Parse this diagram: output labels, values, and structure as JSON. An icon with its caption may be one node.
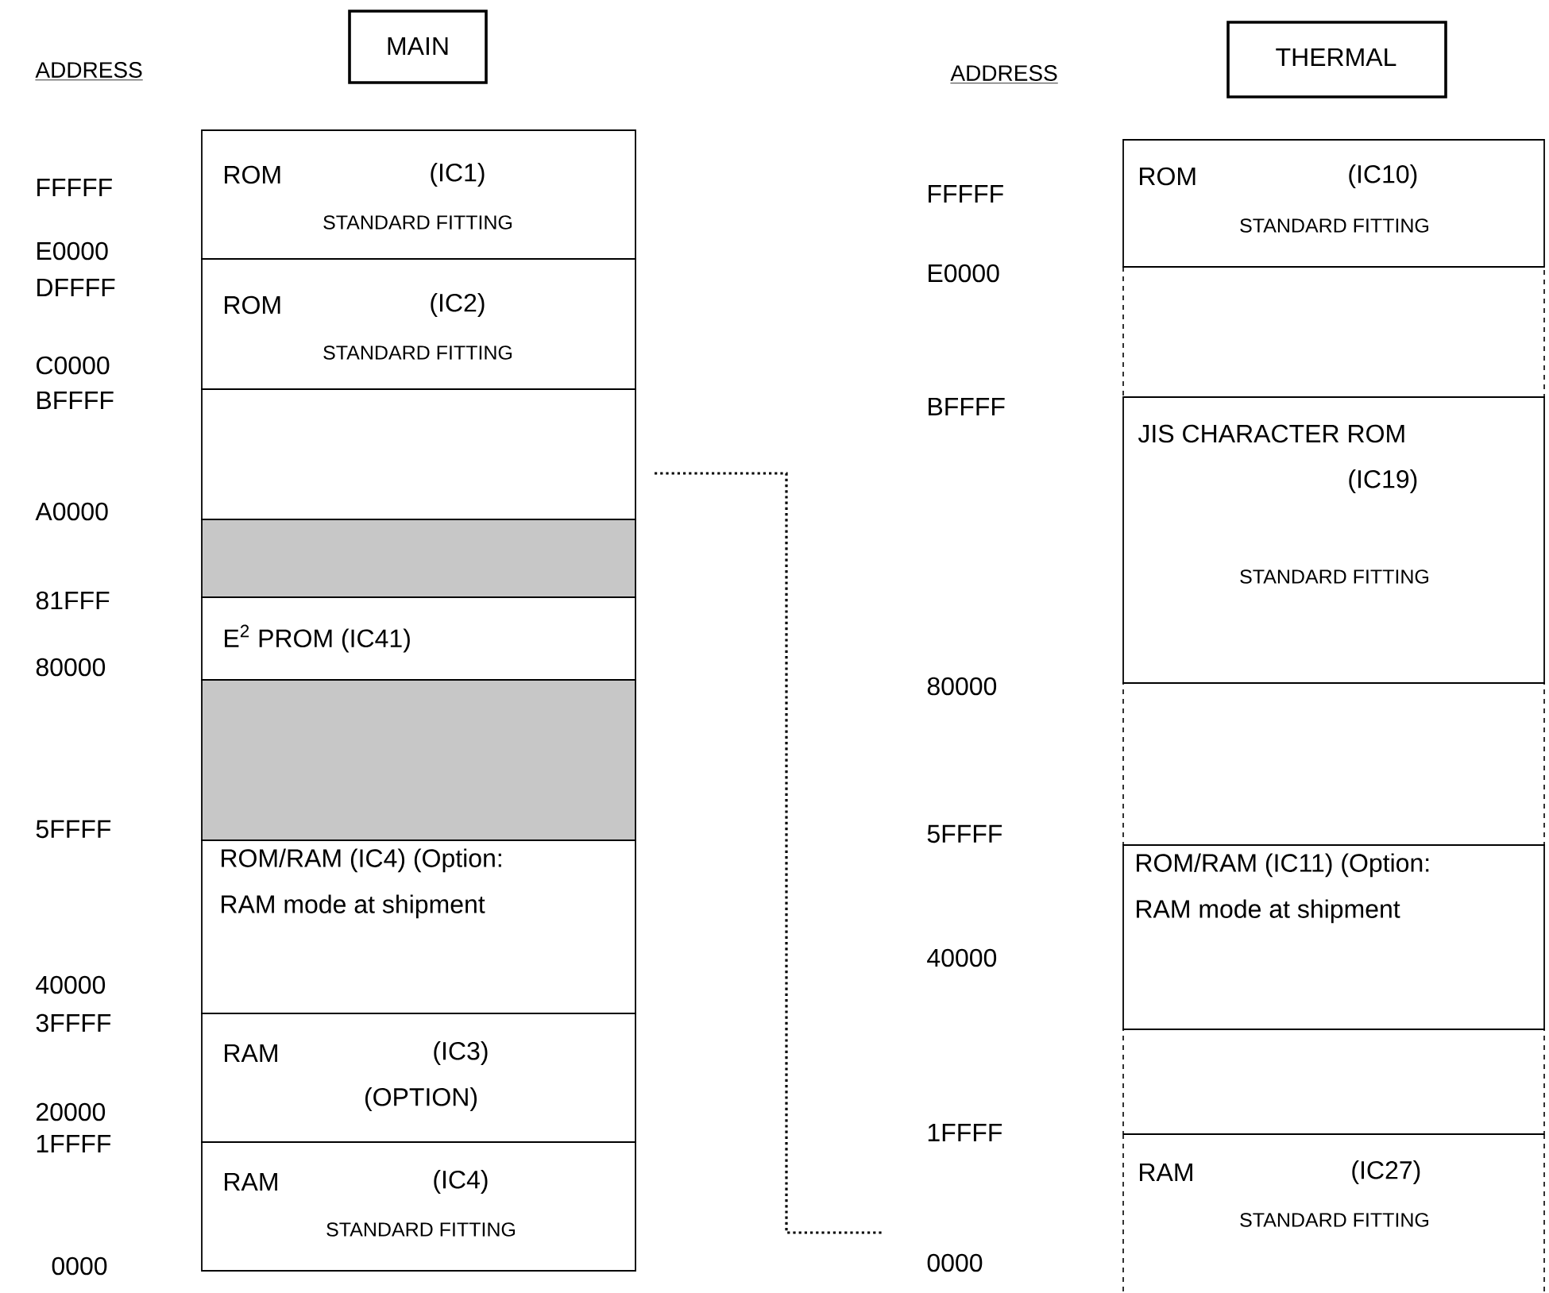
{
  "diagram": {
    "nodes": [
      {
        "text": [
          "MAIN"
        ]
      },
      {
        "text": [
          "ROM",
          "(IC1)",
          "STANDARD FITTING"
        ]
      },
      {
        "text": [
          "ROM",
          "(IC2)",
          "STANDARD FITTING"
        ]
      },
      {
        "text": [],
        "shape": "box"
      },
      {
        "text": [],
        "shape": "box"
      },
      {
        "text": [
          "E$^{2}$ PROM (IC41)"
        ]
      },
      {
        "text": [],
        "shape": "box"
      },
      {
        "text": [
          "ROM/RAM (IC4) (Option: RAM mode at shipment"
        ]
      },
      {
        "text": [
          "RAM",
          "(IC3)",
          "(OPTION)"
        ]
      },
      {
        "text": [
          "RAM",
          "(IC4)",
          "STANDARD FITTING"
        ]
      },
      {
        "text": [
          "THERMAL"
        ]
      },
      {
        "text": [
          "ROM",
          "(IC10)",
          "STANDARD FITTING"
        ]
      },
      {
        "text": [],
        "shape": "box"
      },
      {
        "text": [
          "JIS CHARACTER ROM",
          "(IC19)",
          "STANDARD FITTING"
        ]
      },
      {
        "text": [],
        "shape": "box"
      },
      {
        "text": [
          "ROM/RAM (IC11) (Option: RAM mode at shipment"
        ]
      },
      {
        "text": [],
        "shape": "box"
      },
      {
        "text": [
          "RAM",
          "(IC27)",
          "STANDARD FITTING"
        ]
      }
    ],
    "labels": [
      "ADDRESS",
      "FFFFF",
      "E0000",
      "DFFFF",
      "C0000",
      "BFFFF",
      "A0000",
      "81FFF",
      "80000",
      "5FFFF",
      "40000",
      "3FFFF",
      "20000",
      "1FFFF",
      "0000",
      "ADDRESS",
      "FFFFF",
      "E0000",
      "BFFFF",
      "80000",
      "5FFFF",
      "40000",
      "1FFFF",
      "0000"
    ]
  }
}
